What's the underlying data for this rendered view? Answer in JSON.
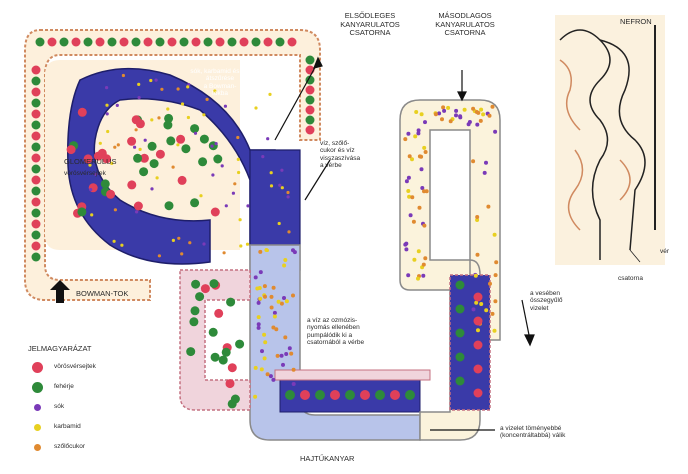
{
  "labels": {
    "proximal_tubule": [
      "ELSŐDLEGES",
      "KANYARULATOS",
      "CSATORNA"
    ],
    "distal_tubule": [
      "MÁSODLAGOS",
      "KANYARULATOS",
      "CSATORNA"
    ],
    "nephron": "NEFRON",
    "glomerulus": "GLOMERULUS",
    "glomerulus_sub": "vörösvérsejtek",
    "bowman": "BOWMAN-TOK",
    "filtration_note": [
      "sók, karbamid és víz",
      "átszűrése",
      "a Bowman-",
      "tokba"
    ],
    "reabsorption_note": [
      "víz, szőlő-",
      "cukor és víz",
      "visszaszívása",
      "a vérbe"
    ],
    "water_pump_note": [
      "a víz az ozmózis-",
      "nyomás ellenében",
      "pumpálódik ki a",
      "csatornából a vérbe"
    ],
    "collecting_duct_note": [
      "a vesében",
      "összegyűlő",
      "vizelet"
    ],
    "concentration_note": [
      "a vizelet töményebbé",
      "(koncentráltabbá) válik"
    ],
    "loop": "HAJTŰKANYAR",
    "inset_vein": "vér",
    "inset_duct": "csatorna"
  },
  "legend": {
    "title": "JELMAGYARÁZAT",
    "items": [
      {
        "label": "vörösvérsejtek",
        "color": "#e0405a"
      },
      {
        "label": "fehérje",
        "color": "#2e8a3a"
      },
      {
        "label": "sók",
        "color": "#7a3ab8"
      },
      {
        "label": "karbamid",
        "color": "#e8d020"
      },
      {
        "label": "szőlőcukor",
        "color": "#e08a30"
      }
    ]
  },
  "colors": {
    "capsule_fill": "#fdf0dc",
    "capsule_border": "#d08a60",
    "dark_blue": "#3a3aa8",
    "light_blue": "#b8c4ea",
    "tubule_fill": "#fbf3dc",
    "tubule_border": "#8a8a8a",
    "vessel_fill": "#f0d4dc",
    "vessel_border": "#c47080"
  }
}
